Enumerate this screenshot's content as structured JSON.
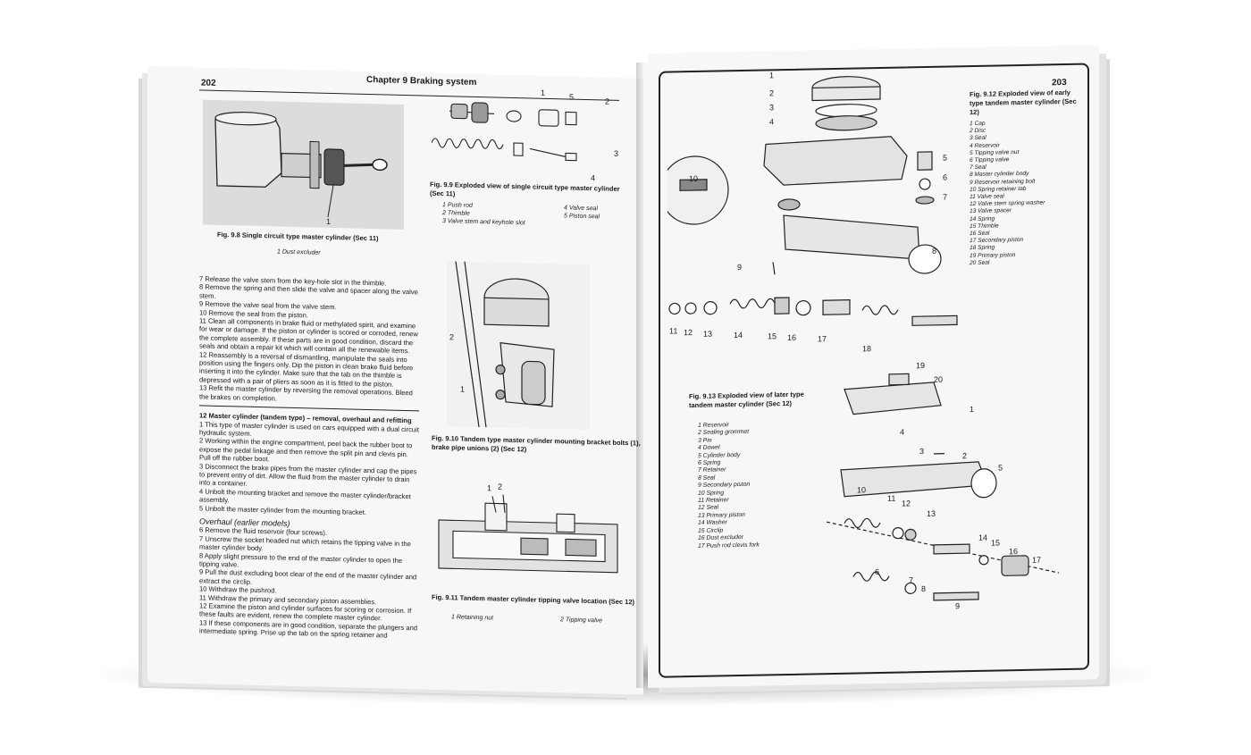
{
  "left_page": {
    "page_number": "202",
    "running_head": "Chapter 9  Braking system",
    "fig_9_8": {
      "caption": "Fig. 9.8 Single circuit type master cylinder (Sec 11)",
      "legend": "1   Dust excluder",
      "callout": "1",
      "id": "H-15346"
    },
    "fig_9_9": {
      "caption": "Fig. 9.9 Exploded view of single circuit type master cylinder (Sec 11)",
      "callouts": [
        "1",
        "5",
        "2",
        "3",
        "4"
      ],
      "legend": [
        "1   Push rod",
        "2   Thimble",
        "3   Valve stem and keyhole slot",
        "4   Valve seal",
        "5   Piston seal"
      ]
    },
    "fig_9_10": {
      "caption": "Fig. 9.10 Tandem type master cylinder mounting bracket bolts (1), brake pipe unions (2) (Sec 12)",
      "callouts": [
        "2",
        "1"
      ],
      "id": "H-15355"
    },
    "fig_9_11": {
      "caption": "Fig. 9.11 Tandem master cylinder tipping valve location (Sec 12)",
      "callouts": [
        "1",
        "2"
      ],
      "legend": [
        "1   Retaining nut",
        "2   Tipping valve"
      ],
      "id": "H-15294"
    },
    "text_block_1": [
      "7   Release the valve stem from the key-hole slot in the thimble.",
      "8   Remove the spring and then slide the valve and spacer along the valve stem.",
      "9   Remove the valve seal from the valve stem.",
      "10  Remove the seal from the piston.",
      "11  Clean all components in brake fluid or methylated spirit, and examine for wear or damage. If the piston or cylinder is scored or corroded, renew the complete assembly. If these parts are in good condition, discard the seals and obtain a repair kit which will contain all the renewable items.",
      "12  Reassembly is a reversal of dismantling, manipulate the seals into position using the fingers only. Dip the piston in clean brake fluid before inserting it into the cylinder. Make sure that the tab on the thimble is depressed with a pair of pliers as soon as it is fitted to the piston.",
      "13  Refit the master cylinder by reversing the removal operations. Bleed the brakes on completion."
    ],
    "section_12_heading": "12  Master cylinder (tandem type) – removal, overhaul and refitting",
    "text_block_2": [
      "1   This type of master cylinder is used on cars equipped with a dual circuit hydraulic system.",
      "2   Working within the engine compartment, peel back the rubber boot to expose the pedal linkage and then remove the split pin and clevis pin. Pull off the rubber boot.",
      "3   Disconnect the brake pipes from the master cylinder and cap the pipes to prevent entry of dirt. Allow the fluid from the master cylinder to drain into a container.",
      "4   Unbolt the mounting bracket and remove the master cylinder/bracket assembly.",
      "5   Unbolt the master cylinder from the mounting bracket."
    ],
    "overhaul_heading": "Overhaul (earlier models)",
    "text_block_3": [
      "6   Remove the fluid reservoir (four screws).",
      "7   Unscrew the socket headed nut which retains the tipping valve in the master cylinder body.",
      "8   Apply slight pressure to the end of the master cylinder to open the tipping valve.",
      "9   Pull the dust excluding boot clear of the end of the master cylinder and extract the circlip.",
      "10  Withdraw the pushrod.",
      "11  Withdraw the primary and secondary piston assemblies.",
      "12  Examine the piston and cylinder surfaces for scoring or corrosion. If these faults are evident, renew the complete master cylinder.",
      "13  If these components are in good condition, separate the plungers and intermediate spring. Prise up the tab on the spring retainer and"
    ]
  },
  "right_page": {
    "page_number": "203",
    "fig_9_12": {
      "caption": "Fig. 9.12 Exploded view of early type tandem master cylinder (Sec 12)",
      "legend": [
        "1   Cap",
        "2   Disc",
        "3   Seal",
        "4   Reservoir",
        "5   Tipping valve nut",
        "6   Tipping valve",
        "7   Seal",
        "8   Master cylinder body",
        "9   Reservoir retaining bolt",
        "10  Spring retainer tab",
        "11  Valve seal",
        "12  Valve stem spring washer",
        "13  Valve spacer",
        "14  Spring",
        "15  Thimble",
        "16  Seal",
        "17  Secondary piston",
        "18  Spring",
        "19  Primary piston",
        "20  Seal"
      ],
      "callouts": [
        "1",
        "2",
        "3",
        "4",
        "5",
        "6",
        "7",
        "8",
        "9",
        "10",
        "11",
        "12",
        "13",
        "14",
        "15",
        "16",
        "17",
        "18",
        "19",
        "20"
      ],
      "id": "H-15351"
    },
    "fig_9_13": {
      "caption": "Fig. 9.13 Exploded view of later type tandem master cylinder (Sec 12)",
      "legend": [
        "1   Reservoir",
        "2   Sealing grommet",
        "3   Pin",
        "4   Dowel",
        "5   Cylinder body",
        "6   Spring",
        "7   Retainer",
        "8   Seal",
        "9   Secondary piston",
        "10  Spring",
        "11  Retainer",
        "12  Seal",
        "13  Primary piston",
        "14  Washer",
        "15  Circlip",
        "16  Dust excluder",
        "17  Push rod clevis fork"
      ],
      "callouts": [
        "1",
        "2",
        "3",
        "4",
        "5",
        "6",
        "7",
        "8",
        "9",
        "10",
        "11",
        "12",
        "13",
        "14",
        "15",
        "16",
        "17"
      ],
      "id": "H-15352"
    }
  }
}
